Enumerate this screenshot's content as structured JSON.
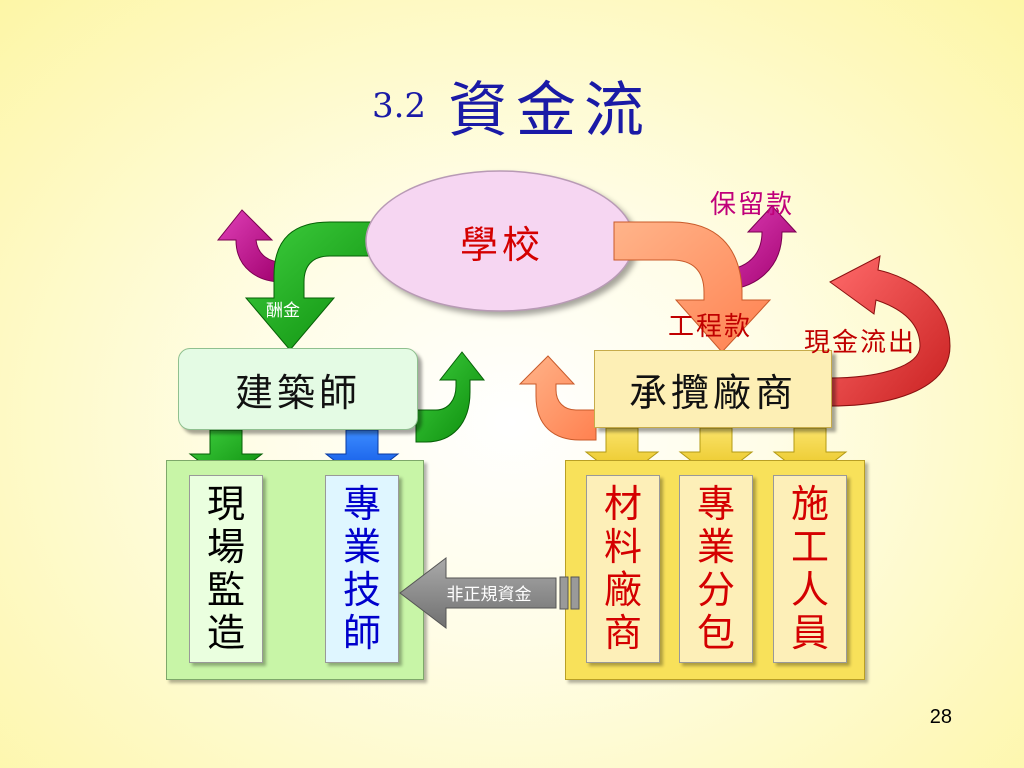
{
  "title": {
    "number": "3.2",
    "text": "資金流"
  },
  "nodes": {
    "school": "學校",
    "architect": "建築師",
    "contractor": "承攬廠商"
  },
  "architect_children": [
    {
      "chars": [
        "現",
        "場",
        "監",
        "造"
      ]
    },
    {
      "chars": [
        "專",
        "業",
        "技",
        "師"
      ]
    }
  ],
  "contractor_children": [
    {
      "chars": [
        "材",
        "料",
        "廠",
        "商"
      ]
    },
    {
      "chars": [
        "專",
        "業",
        "分",
        "包"
      ]
    },
    {
      "chars": [
        "施",
        "工",
        "人",
        "員"
      ]
    }
  ],
  "flow_labels": {
    "fee": "酬金",
    "retention": "保留款",
    "progress_payment": "工程款",
    "cash_outflow": "現金流出",
    "irregular_funds": "非正規資金"
  },
  "page_number": "28",
  "colors": {
    "title": "#1a1aa6",
    "school_fill": "#f6d6f2",
    "green_arrow": "#10a010",
    "orange_arrow": "#ff9a66",
    "magenta_arrow": "#c8008c",
    "red_arrow": "#e03a3a",
    "blue_arrow": "#1a6cff",
    "yellow_arrow": "#f5d63a",
    "gray_arrow": "#8a8a8a"
  }
}
